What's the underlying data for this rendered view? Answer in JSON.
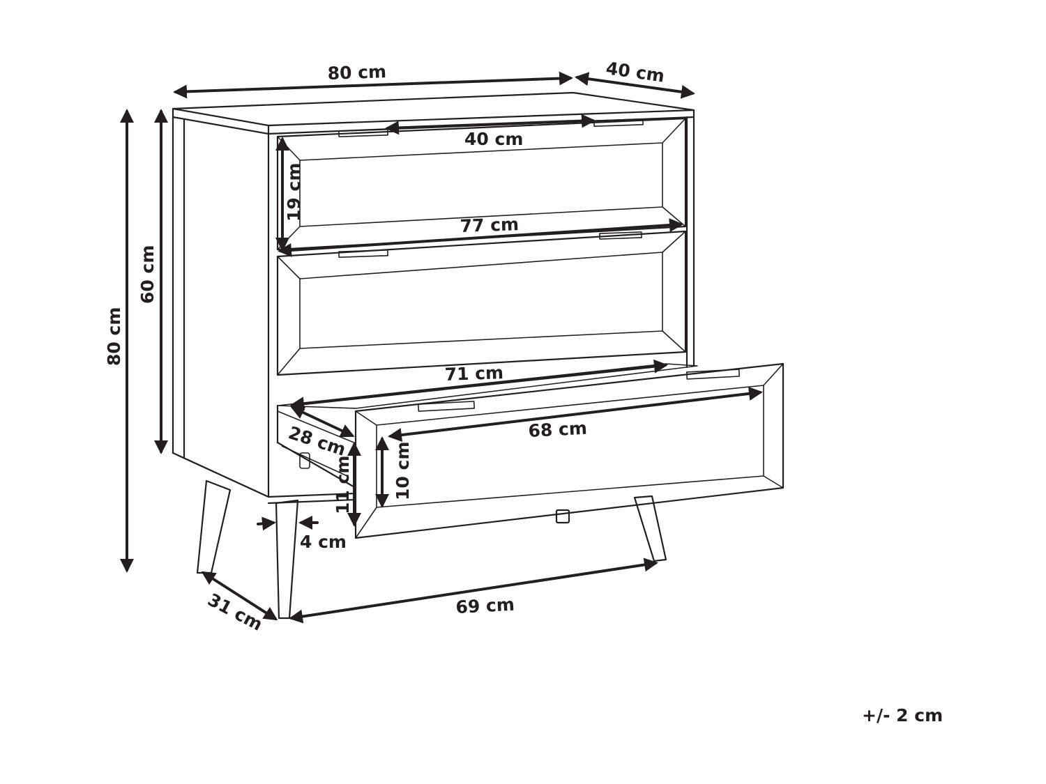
{
  "dimensions": {
    "overall_width": "80 cm",
    "overall_depth": "40 cm",
    "drawer_inner_width": "40 cm",
    "drawer_front_height": "19 cm",
    "drawer_front_width": "77 cm",
    "drawer_inner_length": "71 cm",
    "drawer_inner_depth": "28 cm",
    "drawer_box_width": "68 cm",
    "drawer_box_height": "10 cm",
    "drawer_height": "11 cm",
    "leg_inset": "4 cm",
    "overall_height": "80 cm",
    "body_height": "60 cm",
    "leg_span_depth": "31 cm",
    "leg_span_width": "69 cm"
  },
  "tolerance": "+/- 2 cm"
}
